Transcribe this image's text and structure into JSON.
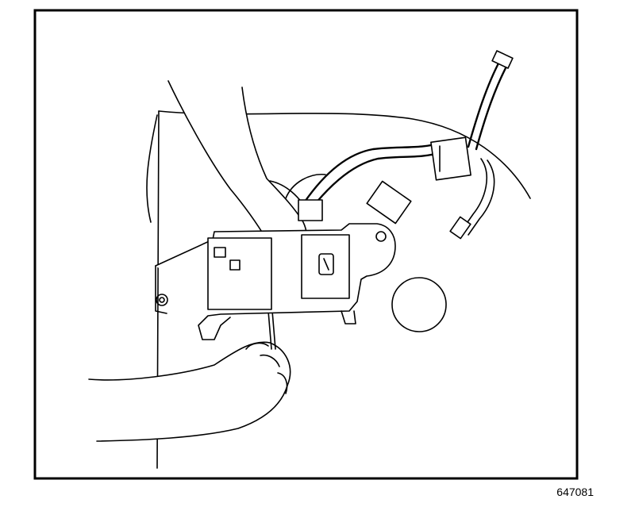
{
  "figure": {
    "id_label": "647081",
    "depicts": [
      "door-panel",
      "door-lock-actuator",
      "mounting-bracket",
      "wiring-harness",
      "electrical-connector",
      "screwdriver",
      "hands"
    ]
  }
}
